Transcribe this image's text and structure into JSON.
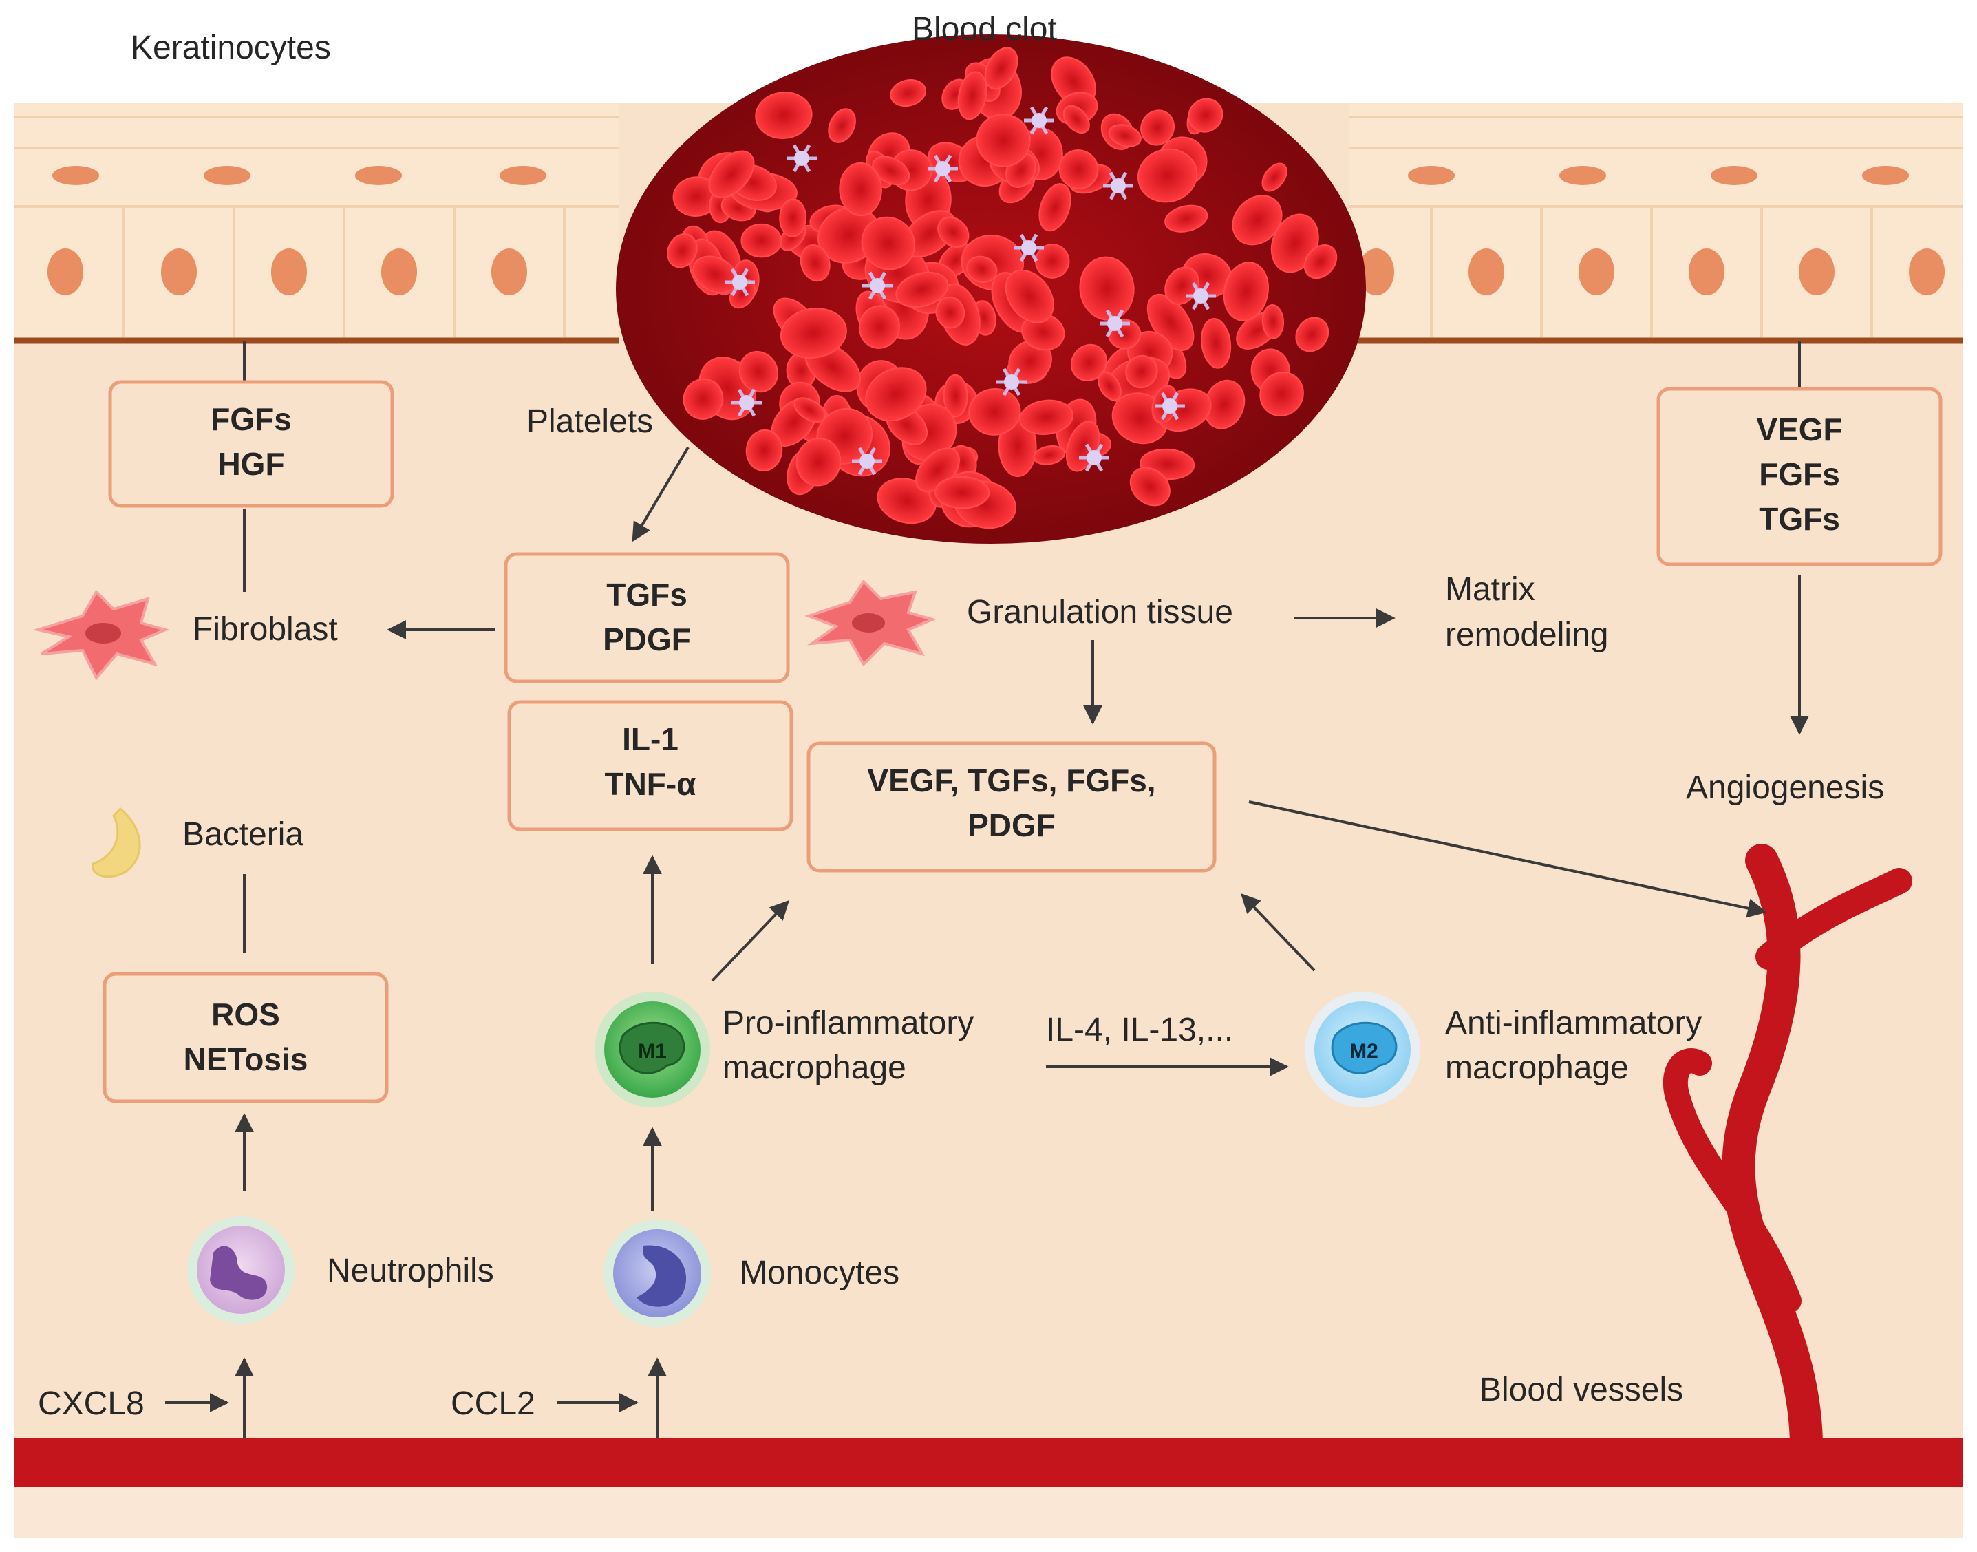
{
  "labels": {
    "keratinocytes": "Keratinocytes",
    "blood_clot": "Blood clot",
    "platelets": "Platelets",
    "fibroblast": "Fibroblast",
    "granulation_tissue": "Granulation tissue",
    "matrix_remodeling": [
      "Matrix",
      "remodeling"
    ],
    "angiogenesis": "Angiogenesis",
    "bacteria": "Bacteria",
    "pro_inflammatory_macrophage": [
      "Pro-inflammatory",
      "macrophage"
    ],
    "anti_inflammatory_macrophage": [
      "Anti-inflammatory",
      "macrophage"
    ],
    "il_signal": "IL-4, IL-13,...",
    "neutrophils": "Neutrophils",
    "monocytes": "Monocytes",
    "cxcl8": "CXCL8",
    "ccl2": "CCL2",
    "blood_vessels": "Blood vessels"
  },
  "boxes": {
    "fgfs_hgf": [
      "FGFs",
      "HGF"
    ],
    "vegf_fgfs_tgfs": [
      "VEGF",
      "FGFs",
      "TGFs"
    ],
    "tgfs_pdgf": [
      "TGFs",
      "PDGF"
    ],
    "il1_tnf": [
      "IL-1",
      "TNF-α"
    ],
    "growth_factors": [
      "VEGF, TGFs, FGFs,",
      "PDGF"
    ],
    "ros_netosis": [
      "ROS",
      "NETosis"
    ]
  },
  "cell_badges": {
    "m1": "M1",
    "m2": "M2"
  },
  "colors": {
    "background": "#f8e2cc",
    "box_border": "#ec9d79",
    "blood_red": "#c4141c",
    "clot_dark": "#8f0a10",
    "arrow": "#3a3a3a",
    "fibroblast": "#f26b6f",
    "keratinocyte_nucleus": "#e98e62",
    "m1_green": "#3aa84a",
    "m2_blue": "#3aa7de",
    "bacteria_yellow": "#f2d680"
  }
}
